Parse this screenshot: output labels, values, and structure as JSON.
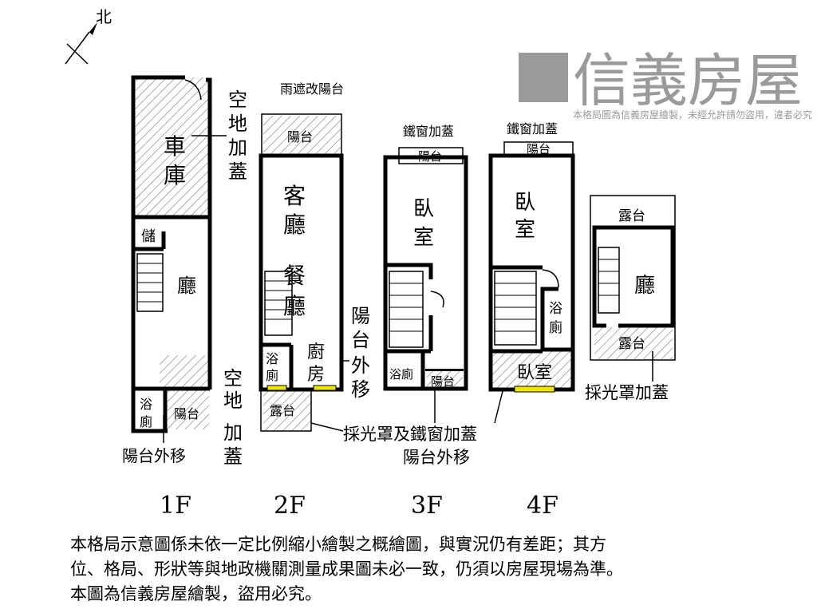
{
  "north": "北",
  "floors": {
    "f1": {
      "label": "1F",
      "garage": [
        "車",
        "庫"
      ],
      "storage": "儲",
      "hall": "廳",
      "bath": [
        "浴",
        "廁"
      ],
      "balcony": "陽台",
      "annex_top": [
        "空",
        "地",
        "加",
        "蓋"
      ],
      "annex_bottom": [
        "空",
        "地",
        "加",
        "蓋"
      ],
      "balcony_moved": "陽台外移"
    },
    "f2": {
      "label": "2F",
      "canopy_note": "雨遮改陽台",
      "balcony": "陽台",
      "living": [
        "客",
        "廳"
      ],
      "dining": [
        "餐",
        "廳"
      ],
      "bath": [
        "浴",
        "廁"
      ],
      "kitchen": [
        "廚",
        "房"
      ],
      "terrace": "露台",
      "balcony_moved": [
        "陽",
        "台",
        "外",
        "移"
      ]
    },
    "f3": {
      "label": "3F",
      "window_note": "鐵窗加蓋",
      "balcony_top": "陽台",
      "bedroom": [
        "臥",
        "室"
      ],
      "bath": "浴廁",
      "balcony_bottom": "陽台"
    },
    "f4": {
      "label": "4F",
      "window_note": "鐵窗加蓋",
      "balcony_top": "陽台",
      "bedroom": [
        "臥",
        "室"
      ],
      "bath": [
        "浴",
        "廁"
      ],
      "bedroom2": "臥室"
    },
    "roof": {
      "terrace_top": "露台",
      "hall": "廳",
      "terrace_bottom": "露台",
      "skylight_note": "採光罩加蓋"
    }
  },
  "callouts": {
    "skylight_window": "採光罩及鐵窗加蓋",
    "balcony_moved": "陽台外移"
  },
  "watermark": {
    "brand": "信義房屋",
    "notice": "本格局圖為信義房屋繪製，未經允許請勿盜用，違者必究"
  },
  "disclaimer": [
    "本格局示意圖係未依一定比例縮小繪製之概繪圖，與實況仍有差距；其方",
    "位、格局、形狀等與地政機關測量成果圖未必一致，仍須以房屋現場為準。",
    "本圖為信義房屋繪製，盜用必究。"
  ],
  "colors": {
    "window": "#f2e600",
    "watermark": "#9a9a9a"
  }
}
